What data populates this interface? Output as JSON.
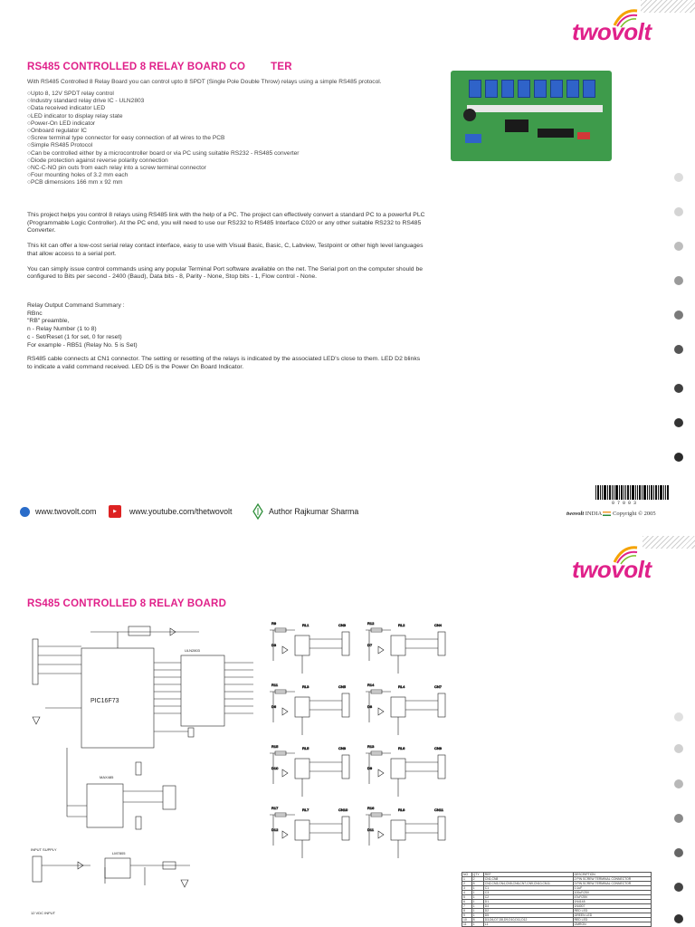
{
  "page1": {
    "brand": "twovolt",
    "title_part1": "RS485 CONTROLLED 8 RELAY BOARD CO",
    "title_part2": "TER",
    "intro": "With RS485 Controlled 8 Relay Board you can control upto 8 SPDT (Single Pole Double Throw) relays using a simple RS485 protocol.",
    "features": [
      "Upto 8, 12V SPDT relay control",
      "Industry standard relay drive IC - ULN2803",
      "Data received indicator LED",
      "LED indicator to display relay state",
      "Power-On LED indicator",
      "Onboard regulator IC",
      "Screw terminal type connector for easy connection of all wires to the PCB",
      "Simple RS485 Protocol",
      "Can be controlled either by a microcontroller board or via PC using suitable RS232 - RS485 converter",
      "Diode protection against reverse polarity connection",
      "NC-C-NO pin outs from each relay into a screw terminal connector",
      "Four mounting holes of 3.2 mm each",
      "PCB dimensions 166 mm x 92 mm"
    ],
    "paragraphs": [
      "This project helps you control 8 relays using RS485 link with the help of a PC. The project can effectively convert a standard PC to a powerful PLC (Programmable Logic Controller). At the PC end, you will need to use our RS232 to RS485 Interface C020 or any other suitable RS232 to RS485 Converter.",
      "This kit can offer a low-cost serial relay contact interface, easy to use with Visual Basic, Basic, C, Labview, Testpoint or other high level languages that allow access to a serial port.",
      "You can simply issue control commands using any popular Terminal Port software available on the net. The Serial port on the computer should be configured to Bits per second - 2400 (Baud), Data bits - 8, Parity - None, Stop bits - 1, Flow control - None."
    ],
    "command_lines": [
      "Relay Output Command Summary :",
      "RBnc",
      "\"RB\" preamble,",
      "n - Relay Number (1 to 8)",
      "c - Set/Reset (1 for set, 0 for reset)",
      "For example - RB51 (Relay No. 5 is Set)"
    ],
    "final_paragraph": "RS485 cable connects at CN1 connector. The setting or resetting of the relays is indicated by the associated LED's close to them. LED D2 blinks to indicate a valid command received. LED D5 is the Power On Board Indicator.",
    "barcode_number": "0 7 0 0 3",
    "copyright_brand": "twovolt",
    "copyright_text": "INDIA",
    "copyright_suffix": "Copyright © 2005",
    "footer": {
      "website": "www.twovolt.com",
      "youtube": "www.youtube.com/thetwovolt",
      "author": "Author Rajkumar Sharma"
    }
  },
  "page2": {
    "brand": "twovolt",
    "title": "RS485 CONTROLLED 8 RELAY BOARD",
    "mcu_label": "PIC16F73",
    "input_label": "12 VDC INPUT",
    "input_supply": "INPUT SUPPLY",
    "regulator": "LM7805",
    "rs485_ic": "MAX485",
    "driver_ic": "ULN2803",
    "relay_blocks": [
      {
        "r": "R9",
        "rl": "RL1",
        "cn": "CN3",
        "d": "D3"
      },
      {
        "r": "R12",
        "rl": "RL2",
        "cn": "CN4",
        "d": "D7"
      },
      {
        "r": "R11",
        "rl": "RL3",
        "cn": "CN5",
        "d": "D6"
      },
      {
        "r": "R14",
        "rl": "RL4",
        "cn": "CN7",
        "d": "D8"
      },
      {
        "r": "R15",
        "rl": "RL5",
        "cn": "CN8",
        "d": "D10"
      },
      {
        "r": "R13",
        "rl": "RL6",
        "cn": "CN9",
        "d": "D9"
      },
      {
        "r": "R17",
        "rl": "RL7",
        "cn": "CN10",
        "d": "D12"
      },
      {
        "r": "R16",
        "rl": "RL8",
        "cn": "CN11",
        "d": "D11"
      }
    ],
    "bom_header": [
      "NO",
      "QTY",
      "REF",
      "DESCRIPTION"
    ],
    "bom_rows": [
      [
        "1",
        "2",
        "CN1,CN8",
        "2 PIN SCREW TERMINAL CONNECTOR"
      ],
      [
        "2",
        "8",
        "CN2,CN3,CN4,CN5,CN6,CN7,CN9,CN10,CN11",
        "3 PIN SCREW TERMINAL CONNECTOR"
      ],
      [
        "3",
        "1",
        "C1",
        "0.1uF"
      ],
      [
        "4",
        "1",
        "C3",
        "100uF/25V"
      ],
      [
        "5",
        "1",
        "C2",
        "47uF/25V"
      ],
      [
        "6",
        "1",
        "D1",
        "1N4148"
      ],
      [
        "7",
        "1",
        "D4",
        "1N4007"
      ],
      [
        "8",
        "1",
        "D2",
        "RED LED"
      ],
      [
        "9",
        "1",
        "D5",
        "GREEN LED"
      ],
      [
        "10",
        "8",
        "D3,D6,D7,D8,D9,D10,D11,D12",
        "RED LED"
      ],
      [
        "11",
        "1",
        "L1",
        "OMRON"
      ],
      [
        "12",
        "8",
        "RL1,RL2,RL3,RL4,RL5,RL6,RL7,RL8",
        "12V RELAY"
      ],
      [
        "13",
        "17",
        "R1,R4,R9,R10,R11,R12,R13,R14,R15,R16,R17",
        "1K"
      ]
    ]
  },
  "colors": {
    "brand_pink": "#e0218a",
    "dot_dark": "#3a3a3a",
    "dot_light": "#d9d9d9"
  }
}
